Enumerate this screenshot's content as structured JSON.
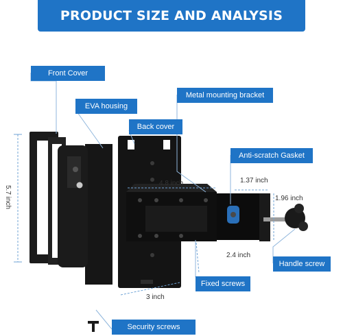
{
  "banner": {
    "title": "PRODUCT SIZE AND ANALYSIS"
  },
  "labels": {
    "front_cover": "Front Cover",
    "eva_housing": "EVA housing",
    "back_cover": "Back cover",
    "metal_bracket": "Metal mounting bracket",
    "gasket": "Anti-scratch Gasket",
    "handle_screw": "Handle screw",
    "fixed_screws": "Fixed screws",
    "security_screws": "Security screws"
  },
  "dimensions": {
    "height": "5.7 inch",
    "bracket_length": "4.8 inch",
    "bracket_top": "1.37 inch",
    "bracket_side": "1.96 inch",
    "bracket_depth": "2.4 inch",
    "back_width": "3 inch"
  },
  "colors": {
    "accent": "#1f74c6",
    "device": "#1b1b1b",
    "leader": "#8fb6dc"
  }
}
